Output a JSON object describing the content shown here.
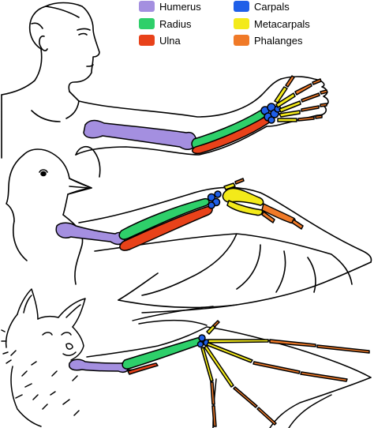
{
  "legend": [
    {
      "label": "Humerus",
      "color": "#a48fe0"
    },
    {
      "label": "Radius",
      "color": "#2ecf6a"
    },
    {
      "label": "Ulna",
      "color": "#e8421a"
    },
    {
      "label": "Carpals",
      "color": "#1f5fe8"
    },
    {
      "label": "Metacarpals",
      "color": "#f3ea1a"
    },
    {
      "label": "Phalanges",
      "color": "#f07a28"
    }
  ],
  "colors": {
    "outline": "#000000",
    "background": "#ffffff",
    "humerus": "#a48fe0",
    "radius": "#2ecf6a",
    "ulna": "#e8421a",
    "carpals": "#1f5fe8",
    "metacarpals": "#f3ea1a",
    "phalanges": "#f07a28"
  },
  "figures": [
    {
      "subject": "human",
      "icon": "human-arm-icon"
    },
    {
      "subject": "bird",
      "icon": "bird-wing-icon"
    },
    {
      "subject": "bat",
      "icon": "bat-wing-icon"
    }
  ]
}
